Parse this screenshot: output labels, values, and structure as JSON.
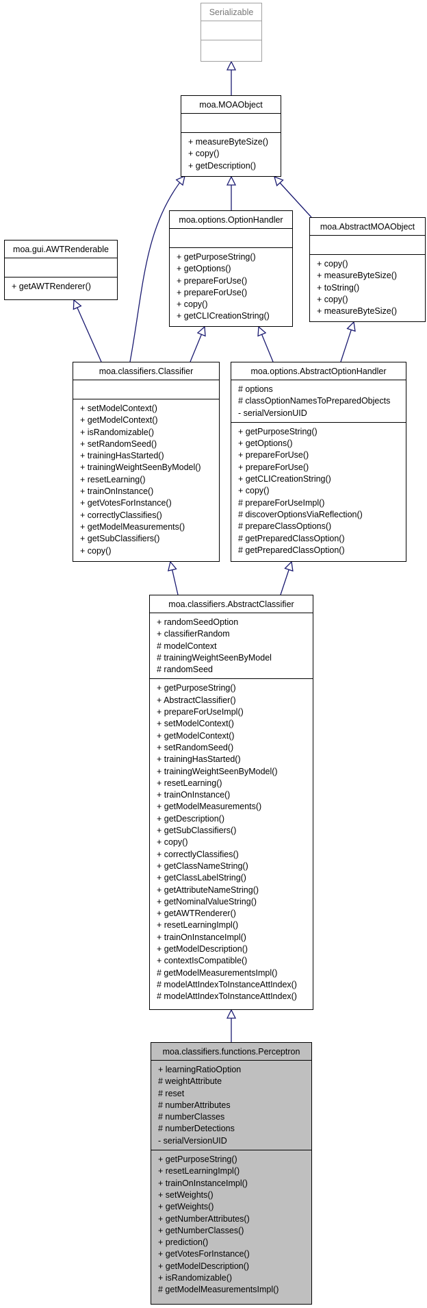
{
  "classes": {
    "serializable": {
      "title": "Serializable",
      "attributes": [],
      "methods": []
    },
    "moa_object": {
      "title": "moa.MOAObject",
      "attributes": [],
      "methods": [
        "+ measureByteSize()",
        "+ copy()",
        "+ getDescription()"
      ]
    },
    "awt_renderable": {
      "title": "moa.gui.AWTRenderable",
      "attributes": [],
      "methods": [
        "+ getAWTRenderer()"
      ]
    },
    "option_handler": {
      "title": "moa.options.OptionHandler",
      "attributes": [],
      "methods": [
        "+ getPurposeString()",
        "+ getOptions()",
        "+ prepareForUse()",
        "+ prepareForUse()",
        "+ copy()",
        "+ getCLICreationString()"
      ]
    },
    "abstract_moa_object": {
      "title": "moa.AbstractMOAObject",
      "attributes": [],
      "methods": [
        "+ copy()",
        "+ measureByteSize()",
        "+ toString()",
        "+ copy()",
        "+ measureByteSize()"
      ]
    },
    "classifier": {
      "title": "moa.classifiers.Classifier",
      "attributes": [],
      "methods": [
        "+ setModelContext()",
        "+ getModelContext()",
        "+ isRandomizable()",
        "+ setRandomSeed()",
        "+ trainingHasStarted()",
        "+ trainingWeightSeenByModel()",
        "+ resetLearning()",
        "+ trainOnInstance()",
        "+ getVotesForInstance()",
        "+ correctlyClassifies()",
        "+ getModelMeasurements()",
        "+ getSubClassifiers()",
        "+ copy()"
      ]
    },
    "abstract_option_handler": {
      "title": "moa.options.AbstractOptionHandler",
      "attributes": [
        "# options",
        "# classOptionNamesToPreparedObjects",
        "- serialVersionUID"
      ],
      "methods": [
        "+ getPurposeString()",
        "+ getOptions()",
        "+ prepareForUse()",
        "+ prepareForUse()",
        "+ getCLICreationString()",
        "+ copy()",
        "# prepareForUseImpl()",
        "# discoverOptionsViaReflection()",
        "# prepareClassOptions()",
        "# getPreparedClassOption()",
        "# getPreparedClassOption()"
      ]
    },
    "abstract_classifier": {
      "title": "moa.classifiers.AbstractClassifier",
      "attributes": [
        "+ randomSeedOption",
        "+ classifierRandom",
        "# modelContext",
        "# trainingWeightSeenByModel",
        "# randomSeed"
      ],
      "methods": [
        "+ getPurposeString()",
        "+ AbstractClassifier()",
        "+ prepareForUseImpl()",
        "+ setModelContext()",
        "+ getModelContext()",
        "+ setRandomSeed()",
        "+ trainingHasStarted()",
        "+ trainingWeightSeenByModel()",
        "+ resetLearning()",
        "+ trainOnInstance()",
        "+ getModelMeasurements()",
        "+ getDescription()",
        "+ getSubClassifiers()",
        "+ copy()",
        "+ correctlyClassifies()",
        "+ getClassNameString()",
        "+ getClassLabelString()",
        "+ getAttributeNameString()",
        "+ getNominalValueString()",
        "+ getAWTRenderer()",
        "+ resetLearningImpl()",
        "+ trainOnInstanceImpl()",
        "+ getModelDescription()",
        "+ contextIsCompatible()",
        "# getModelMeasurementsImpl()",
        "# modelAttIndexToInstanceAttIndex()",
        "# modelAttIndexToInstanceAttIndex()"
      ]
    },
    "perceptron": {
      "title": "moa.classifiers.functions.Perceptron",
      "attributes": [
        "+ learningRatioOption",
        "# weightAttribute",
        "# reset",
        "# numberAttributes",
        "# numberClasses",
        "# numberDetections",
        "- serialVersionUID"
      ],
      "methods": [
        "+ getPurposeString()",
        "+ resetLearningImpl()",
        "+ trainOnInstanceImpl()",
        "+ setWeights()",
        "+ getWeights()",
        "+ getNumberAttributes()",
        "+ getNumberClasses()",
        "+ prediction()",
        "+ getVotesForInstance()",
        "+ getModelDescription()",
        "+ isRandomizable()",
        "# getModelMeasurementsImpl()"
      ]
    }
  },
  "colors": {
    "edge": "#191970",
    "highlight": "#bfbfbf",
    "muted": "#a0a0a0"
  }
}
